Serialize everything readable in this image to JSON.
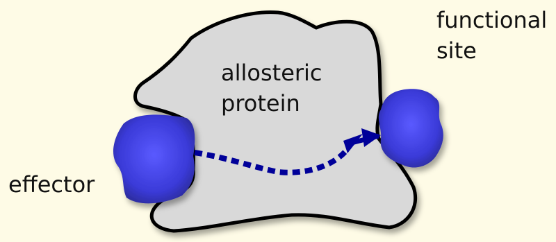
{
  "labels": {
    "protein": [
      "allosteric",
      "protein"
    ],
    "functional_site": [
      "functional",
      "site"
    ],
    "effector": "effector"
  },
  "colors": {
    "background": "#fefbe6",
    "protein_fill": "#d9d9d9",
    "outline": "#000000",
    "blob": "#4d4de6",
    "arrow": "#000099"
  }
}
